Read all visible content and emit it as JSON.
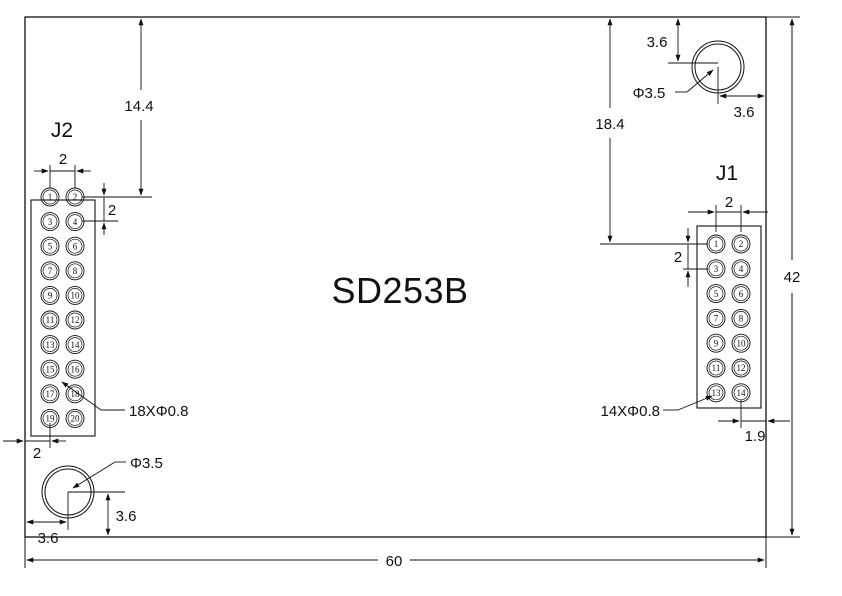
{
  "board": {
    "title": "SD253B",
    "width_label": "60",
    "height_label": "42"
  },
  "j2": {
    "label": "J2",
    "pitch_label": "2",
    "row_pitch_label": "2",
    "edge_offset_label": "2",
    "top_offset_label": "14.4",
    "hole_note": "18XΦ0.8",
    "pins": [
      "1",
      "2",
      "3",
      "4",
      "5",
      "6",
      "7",
      "8",
      "9",
      "10",
      "11",
      "12",
      "13",
      "14",
      "15",
      "16",
      "17",
      "18",
      "19",
      "20"
    ]
  },
  "j1": {
    "label": "J1",
    "pitch_label": "2",
    "row_pitch_label": "2",
    "top_offset_label": "18.4",
    "right_offset_label": "1.9",
    "hole_note": "14XΦ0.8",
    "pins": [
      "1",
      "2",
      "3",
      "4",
      "5",
      "6",
      "7",
      "8",
      "9",
      "10",
      "11",
      "12",
      "13",
      "14"
    ]
  },
  "mounting_holes": {
    "top_right": {
      "diameter_label": "Φ3.5",
      "top_offset_label": "3.6",
      "right_offset_label": "3.6"
    },
    "bottom_left": {
      "diameter_label": "Φ3.5",
      "bottom_offset_label": "3.6",
      "left_offset_label": "3.6"
    }
  }
}
